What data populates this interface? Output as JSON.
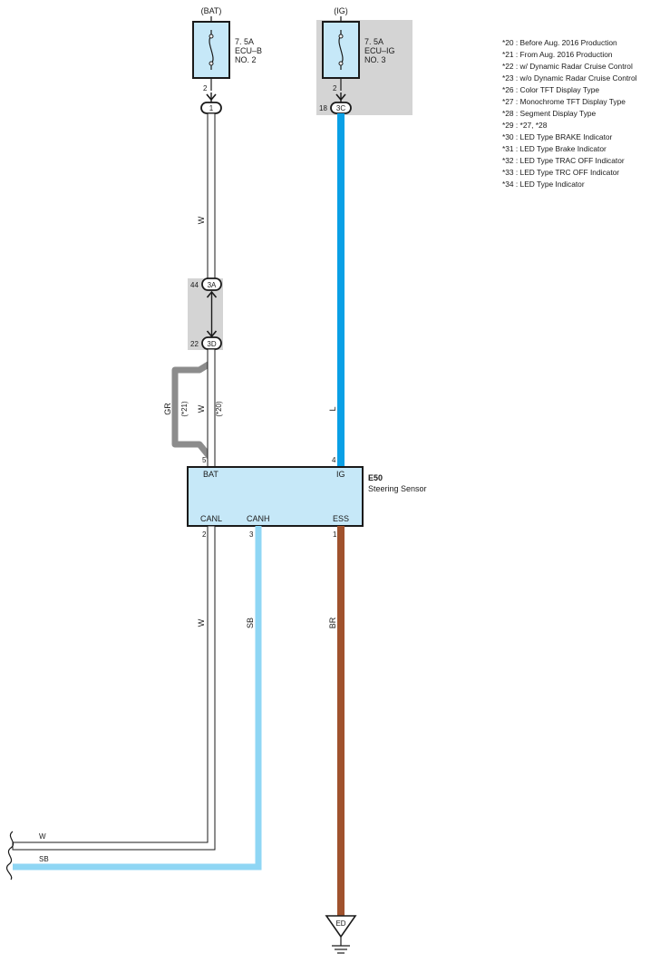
{
  "colors": {
    "wire_white": "#ffffff",
    "wire_outline": "#1a1a1a",
    "wire_gray": "#8c8c8c",
    "wire_blue": "#0aa0e6",
    "wire_skyblue": "#8fd6f4",
    "wire_brown": "#a0522d",
    "fuse_fill": "#c6e8f8",
    "component_fill": "#c6e8f8",
    "shade": "#d4d4d4"
  },
  "power_sources": [
    {
      "label": "(BAT)",
      "rating": "7. 5A",
      "name_line1": "ECU–B",
      "name_line2": "NO. 2",
      "pin": "2"
    },
    {
      "label": "(IG)",
      "rating": "7. 5A",
      "name_line1": "ECU–IG",
      "name_line2": "NO. 3",
      "pin": "2"
    }
  ],
  "connectors": {
    "c1": {
      "label": "1"
    },
    "c3c": {
      "label": "3C",
      "pin": "18"
    },
    "c3a": {
      "label": "3A",
      "pin": "44"
    },
    "c3d": {
      "label": "3D",
      "pin": "22"
    }
  },
  "wire_labels": {
    "w_top": "W",
    "l_top": "L",
    "gr": "GR",
    "note21": "(*21)",
    "w_mid": "W",
    "note20": "(*20)",
    "w_bottom": "W",
    "sb": "SB",
    "br": "BR",
    "w_horizontal": "W",
    "sb_horizontal": "SB"
  },
  "component": {
    "code": "E50",
    "name": "Steering Sensor",
    "pins": {
      "bat": {
        "label": "BAT",
        "num": "5"
      },
      "ig": {
        "label": "IG",
        "num": "4"
      },
      "canl": {
        "label": "CANL",
        "num": "2"
      },
      "canh": {
        "label": "CANH",
        "num": "3"
      },
      "ess": {
        "label": "ESS",
        "num": "1"
      }
    }
  },
  "ground": {
    "label": "ED"
  },
  "notes": [
    "*20 : Before Aug.  2016 Production",
    "*21 : From Aug.  2016 Production",
    "*22 : w/ Dynamic Radar Cruise Control",
    "*23 : w/o Dynamic Radar Cruise Control",
    "*26 : Color TFT Display Type",
    "*27 : Monochrome TFT Display Type",
    "*28 : Segment Display Type",
    "*29 : *27,  *28",
    "*30 : LED Type BRAKE Indicator",
    "*31 : LED Type Brake Indicator",
    "*32 : LED Type TRAC OFF Indicator",
    "*33 : LED Type TRC OFF Indicator",
    "*34 : LED Type Indicator"
  ]
}
